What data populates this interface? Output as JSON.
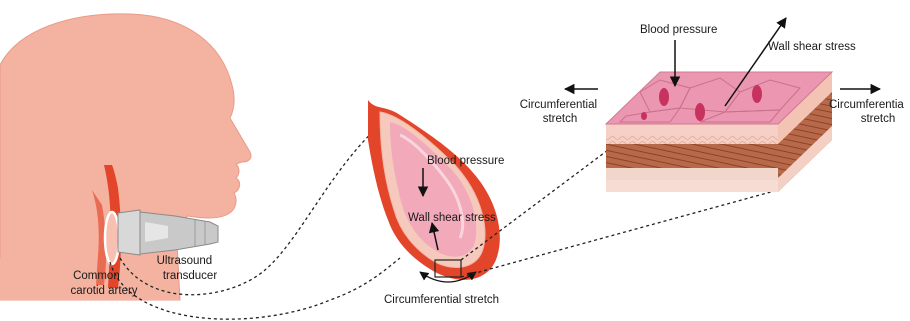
{
  "labels": {
    "artery": [
      "Common",
      "carotid artery"
    ],
    "transducer": [
      "Ultrasound",
      "transducer"
    ],
    "vessel_blood_pressure": "Blood pressure",
    "vessel_wall_shear_stress": "Wall shear stress",
    "vessel_circumferential_stretch": "Circumferential stretch",
    "tissue_blood_pressure": "Blood pressure",
    "tissue_wall_shear_stress": "Wall shear stress",
    "left_stretch": [
      "Circumferential",
      "stretch"
    ],
    "right_stretch": [
      "Circumferentia",
      "stretch"
    ]
  },
  "colors": {
    "skin": "#f4b2a0",
    "artery_red": "#e2452a",
    "lumen_pink": "#f2a9b9",
    "lumen_light": "#f7c6d1",
    "tissue_top": "#ec97b2",
    "cell_nucleus": "#c8325f",
    "tissue_brown": "#b0623f",
    "tissue_beige": "#f1d6cc"
  }
}
